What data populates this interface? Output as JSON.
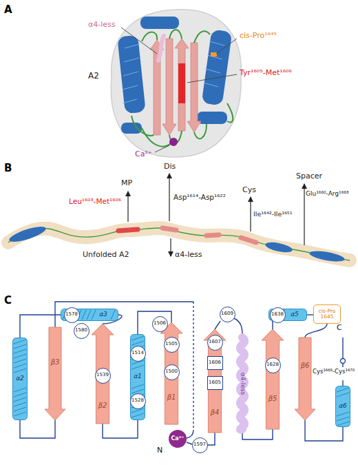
{
  "diagram": {
    "nodes": [
      {
        "text": [
          "α3"
        ]
      },
      {
        "text": [
          "α5"
        ]
      },
      {
        "text": [
          "cis-Pro 1645"
        ]
      },
      {
        "text": [
          "α2"
        ]
      },
      {
        "text": [
          "β3"
        ]
      },
      {
        "text": [
          "β2"
        ]
      },
      {
        "text": [
          "α1"
        ]
      },
      {
        "text": [
          "β1"
        ]
      },
      {
        "text": [
          "β4"
        ]
      },
      {
        "text": [
          "α4-less"
        ]
      },
      {
        "text": [
          "β5"
        ]
      },
      {
        "text": [
          "β6"
        ]
      },
      {
        "text": [
          "α6"
        ]
      },
      {
        "text": [
          "1578"
        ],
        "in": 0
      },
      {
        "text": [
          "1580"
        ]
      },
      {
        "text": [
          "1609"
        ]
      },
      {
        "text": [
          "1638"
        ],
        "in": 1
      },
      {
        "text": [
          "1506"
        ]
      },
      {
        "text": [
          "1505"
        ],
        "in": 7
      },
      {
        "text": [
          "1514"
        ],
        "in": 6
      },
      {
        "text": [
          "1607"
        ],
        "in": 8
      },
      {
        "text": [
          "1539"
        ],
        "in": 5
      },
      {
        "text": [
          "1500"
        ],
        "in": 7
      },
      {
        "text": [
          "1606"
        ],
        "in": 8
      },
      {
        "text": [
          "1605"
        ],
        "in": 8
      },
      {
        "text": [
          "1628"
        ],
        "in": 10
      },
      {
        "text": [
          "1528"
        ],
        "in": 6
      },
      {
        "text": [
          "Ca²⁺"
        ]
      },
      {
        "text": [
          "1597"
        ]
      }
    ],
    "labels": [
      "A",
      "α4-less",
      "cis-Pro¹⁶⁴⁵",
      "A2",
      "Tyr¹⁶⁰⁵-Met¹⁶⁰⁶",
      "Ca²⁺",
      "B",
      "MP",
      "Dis",
      "Leu¹⁶⁰³-Met¹⁶⁰⁶",
      "Asp¹⁶¹⁴-Asp¹⁶²²",
      "Cys",
      "Spacer",
      "Glu¹⁶⁶⁰-Arg¹⁶⁶⁸",
      "Ile¹⁶⁴²-Ile¹⁶⁵¹",
      "Unfolded A2",
      "α4-less",
      "C",
      "N",
      "C",
      "Cys¹⁶⁶⁹-Cys¹⁶⁷⁰"
    ]
  }
}
